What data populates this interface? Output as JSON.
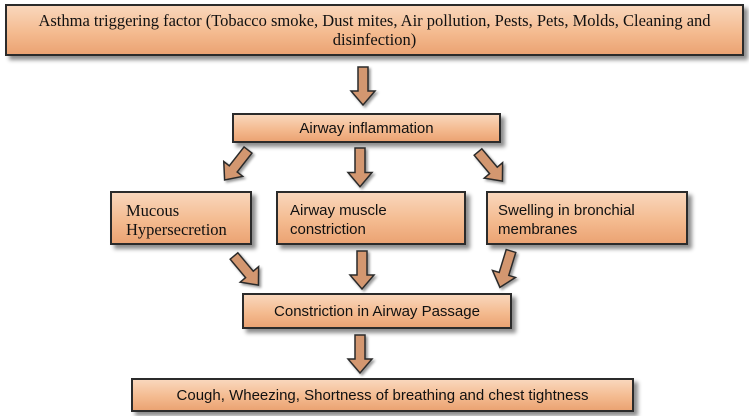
{
  "diagram": {
    "trigger": "Asthma triggering factor (Tobacco smoke, Dust mites, Air pollution, Pests, Pets, Molds, Cleaning and disinfection)",
    "inflammation": "Airway inflammation",
    "mucous": "Mucous Hypersecretion",
    "muscle": "Airway muscle constriction",
    "swelling": "Swelling in bronchial membranes",
    "constriction": "Constriction in Airway Passage",
    "symptoms": "Cough, Wheezing, Shortness of breathing and chest tightness"
  },
  "colors": {
    "box_fill_top": "#f9d7bc",
    "box_fill_bottom": "#eba373",
    "arrow_fill": "#d39770",
    "outline": "#2b2b2b"
  }
}
